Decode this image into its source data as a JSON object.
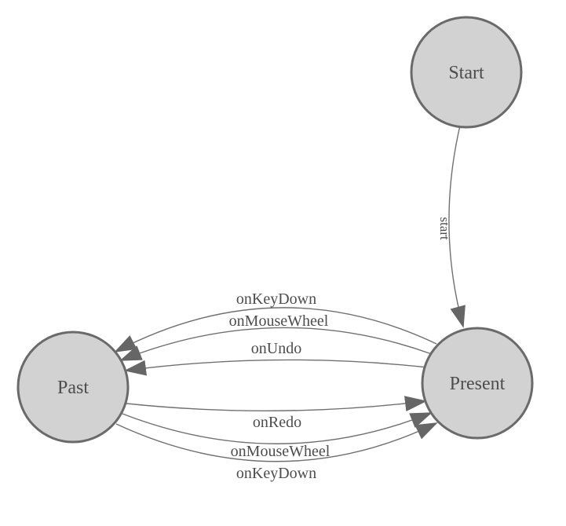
{
  "diagram": {
    "type": "state-machine",
    "background": "#ffffff",
    "node_fill": "#d2d2d2",
    "node_border_color": "#6a6a6a",
    "edge_color": "#707070",
    "arrow_color": "#666666",
    "text_color": "#4d4d4d",
    "nodes": [
      {
        "id": "start",
        "label": "Start"
      },
      {
        "id": "past",
        "label": "Past"
      },
      {
        "id": "present",
        "label": "Present"
      }
    ],
    "edges": [
      {
        "label": "start",
        "from": "Start",
        "to": "Present"
      },
      {
        "label": "onKeyDown",
        "from": "Present",
        "to": "Past"
      },
      {
        "label": "onMouseWheel",
        "from": "Present",
        "to": "Past"
      },
      {
        "label": "onUndo",
        "from": "Present",
        "to": "Past"
      },
      {
        "label": "onRedo",
        "from": "Past",
        "to": "Present"
      },
      {
        "label": "onMouseWheel",
        "from": "Past",
        "to": "Present"
      },
      {
        "label": "onKeyDown",
        "from": "Past",
        "to": "Present"
      }
    ]
  }
}
